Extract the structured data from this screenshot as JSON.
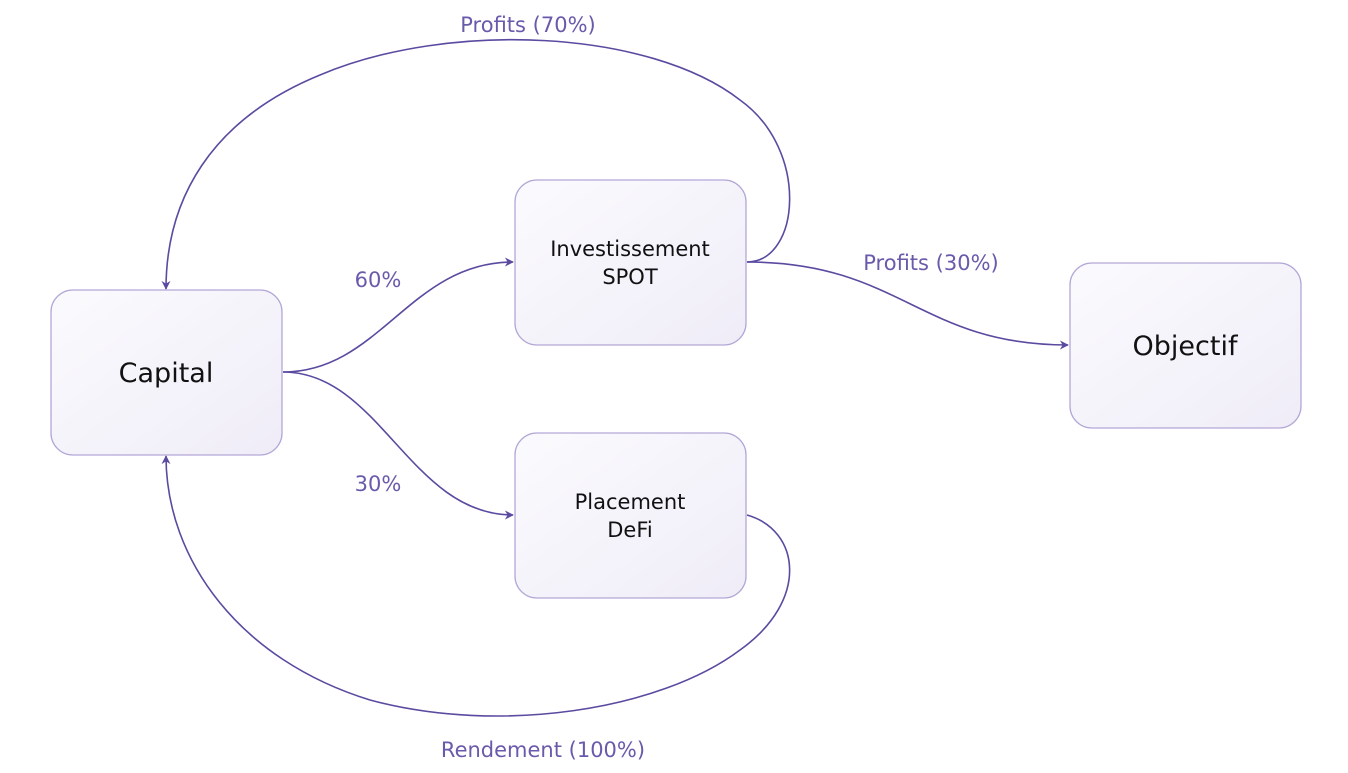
{
  "colors": {
    "edge": "#5b4aa0",
    "edge_label": "#6a5aab",
    "node_border": "#b3a7d6",
    "node_fill_light": "#fbfbfe",
    "node_fill_dark": "#efecf7",
    "node_text": "#111111"
  },
  "nodes": {
    "capital": {
      "label": "Capital"
    },
    "spot": {
      "label_line1": "Investissement",
      "label_line2": "SPOT"
    },
    "defi": {
      "label_line1": "Placement",
      "label_line2": "DeFi"
    },
    "objectif": {
      "label": "Objectif"
    }
  },
  "edges": {
    "capital_to_spot": {
      "label": "60%"
    },
    "capital_to_defi": {
      "label": "30%"
    },
    "spot_to_capital": {
      "label": "Profits (70%)"
    },
    "spot_to_objectif": {
      "label": "Profits (30%)"
    },
    "defi_to_capital": {
      "label": "Rendement (100%)"
    }
  }
}
